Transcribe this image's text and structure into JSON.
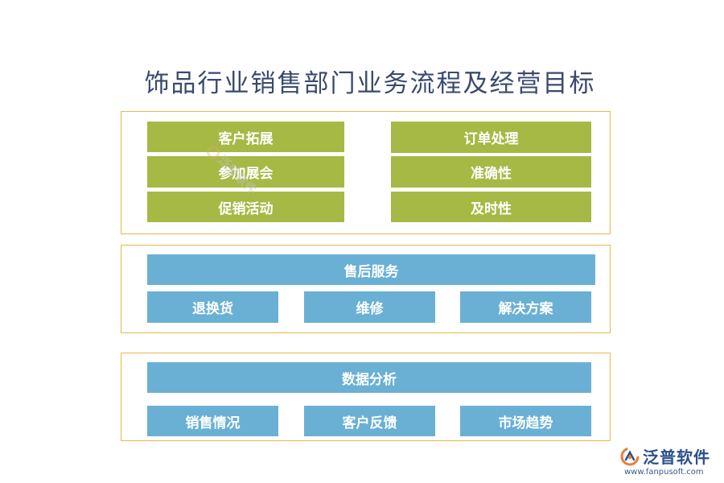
{
  "title": "饰品行业销售部门业务流程及经营目标",
  "section1": {
    "left": [
      "客户拓展",
      "参加展会",
      "促销活动"
    ],
    "right": [
      "订单处理",
      "准确性",
      "及时性"
    ]
  },
  "section2": {
    "header": "售后服务",
    "items": [
      "退换货",
      "维修",
      "解决方案"
    ]
  },
  "section3": {
    "header": "数据分析",
    "items": [
      "销售情况",
      "客户反馈",
      "市场趋势"
    ]
  },
  "watermark": "泛普软件",
  "brand": {
    "name": "泛普软件",
    "url": "www.fanpusoft.com"
  },
  "colors": {
    "green": "#a6b945",
    "blue": "#6ab0d4",
    "border": "#e8b84a",
    "title": "#3a4a6e"
  }
}
